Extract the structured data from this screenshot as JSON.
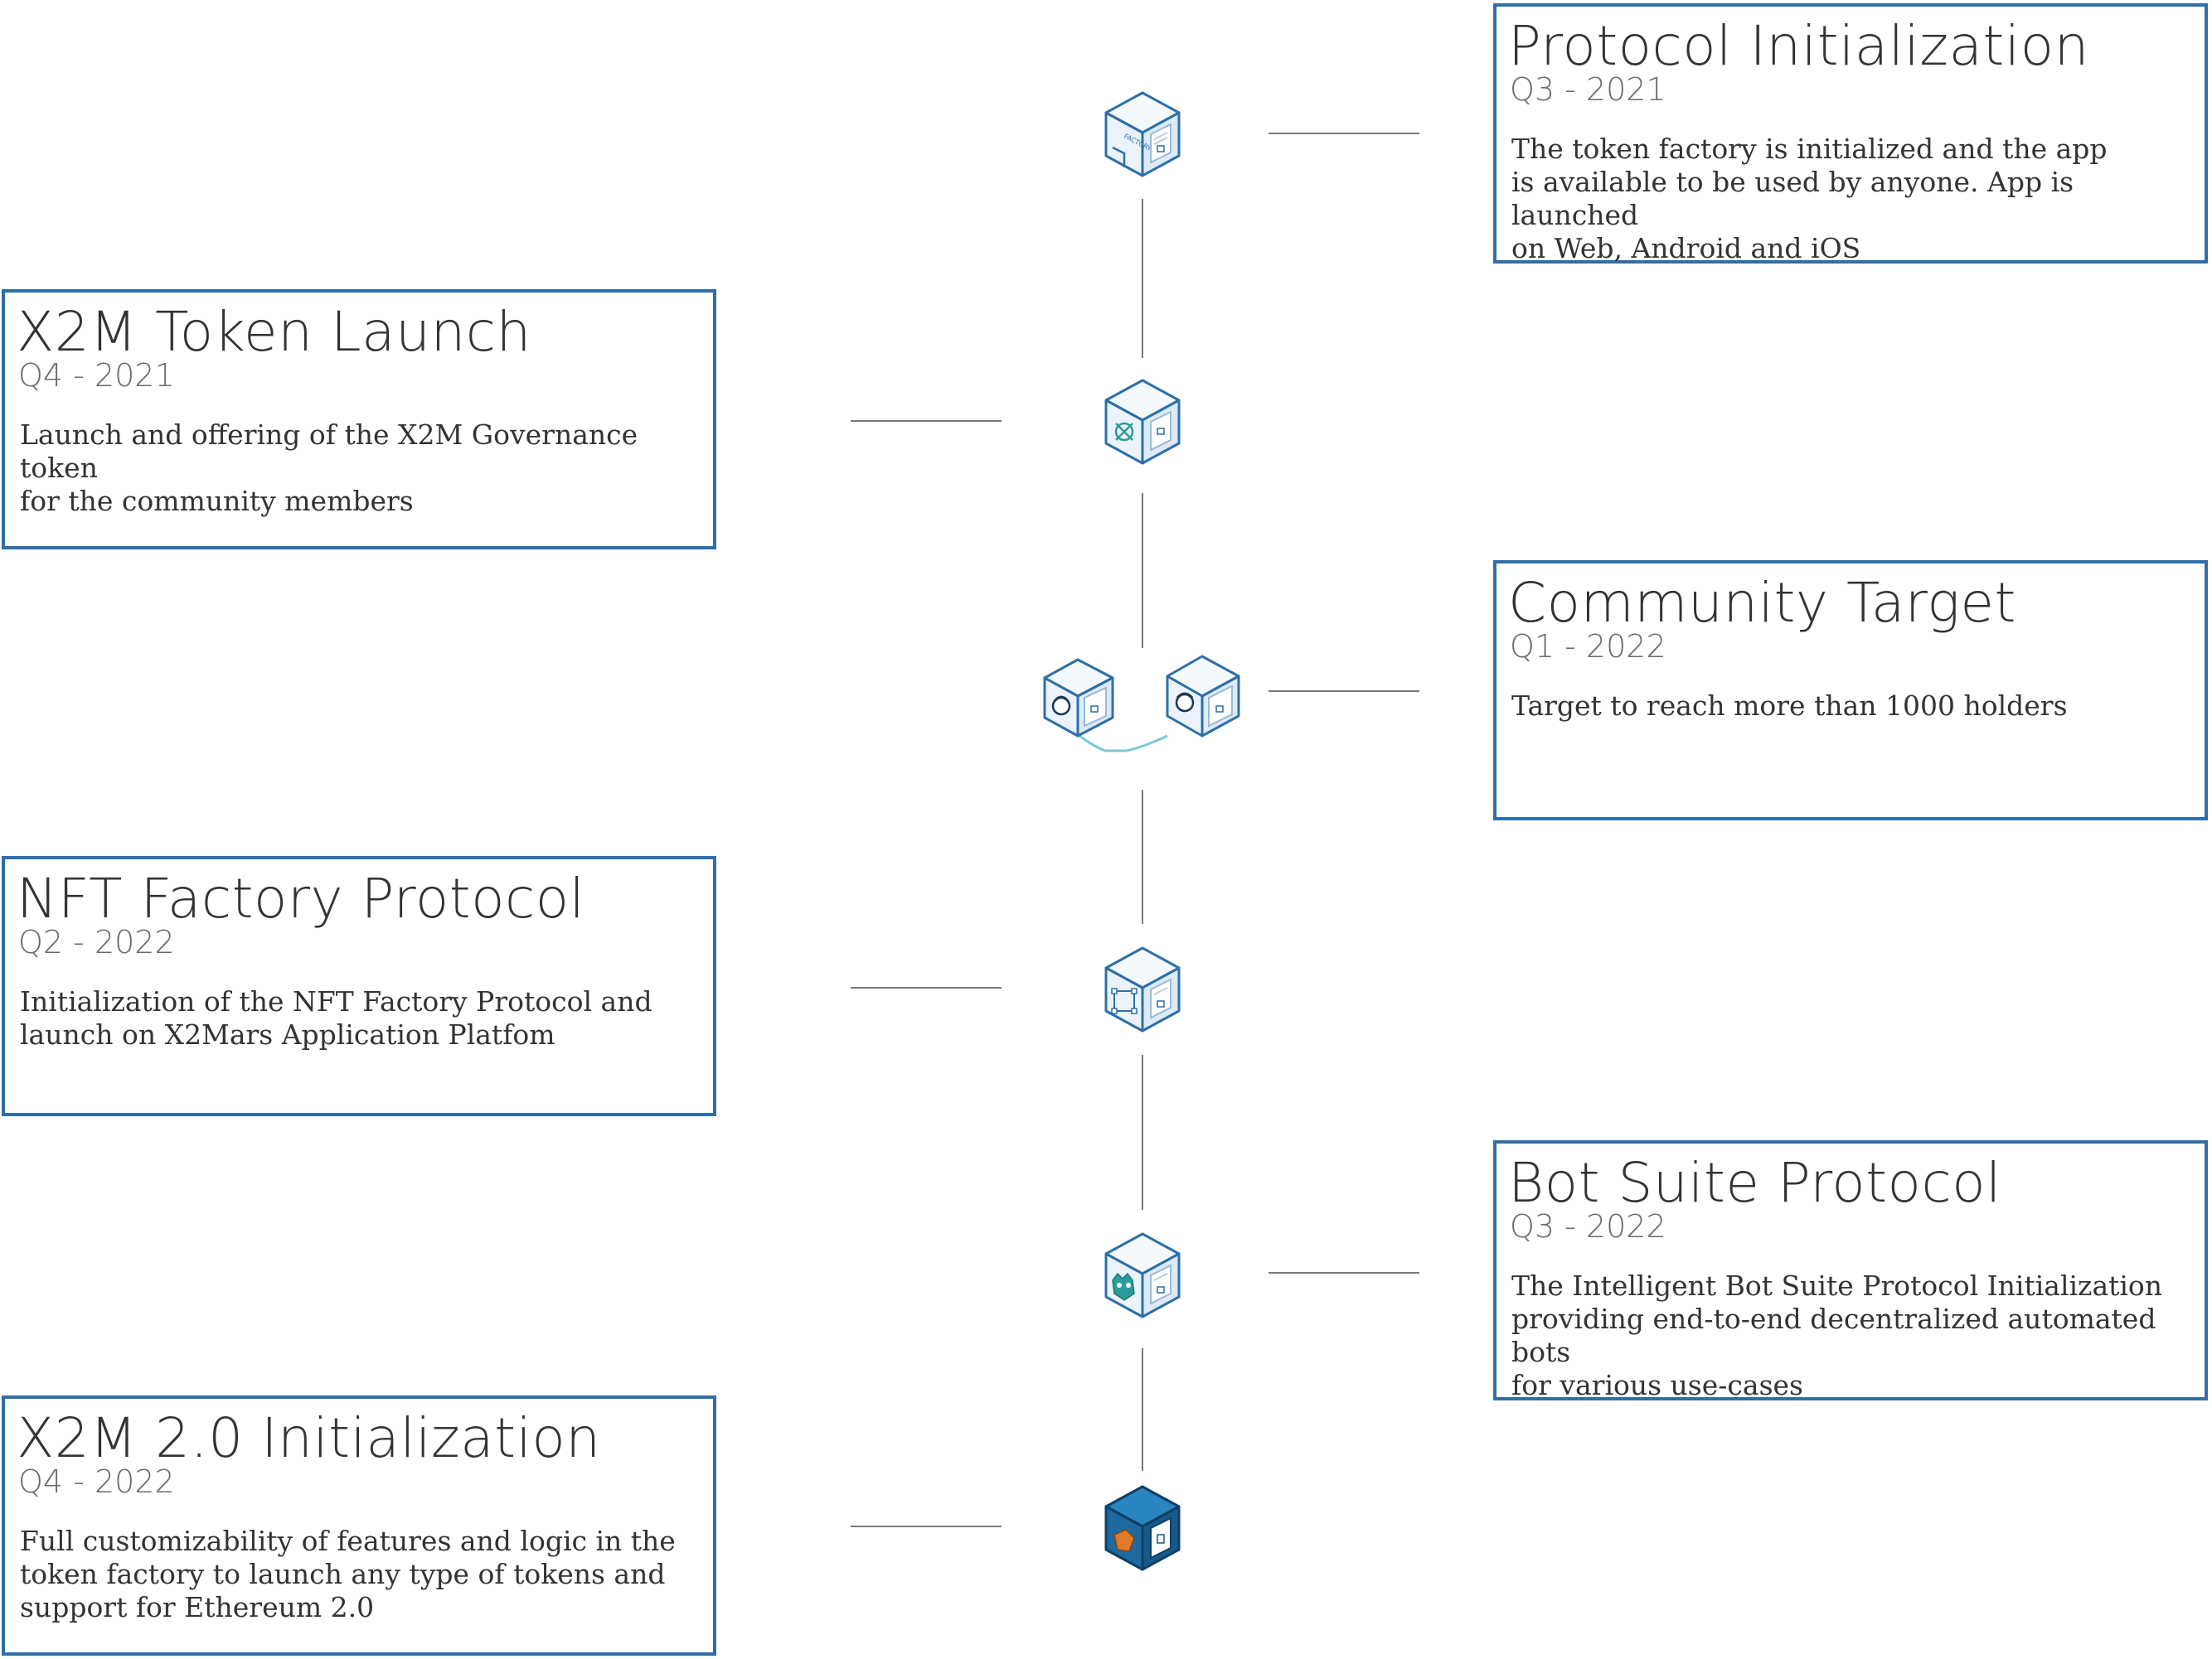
{
  "milestones": [
    {
      "title": "Protocol Initialization",
      "date": "Q3 - 2021",
      "desc_lines": [
        "The token factory is initialized and the app",
        "is available to be used by anyone. App is launched",
        "on Web, Android and iOS"
      ],
      "icon": "factory-cube-icon"
    },
    {
      "title": "X2M Token Launch",
      "date": "Q4 - 2021",
      "desc_lines": [
        "Launch and offering of the X2M Governance token",
        "for the community members"
      ],
      "icon": "token-cube-icon"
    },
    {
      "title": "Community Target",
      "date": "Q1 - 2022",
      "desc_lines": [
        "Target to reach more than 1000 holders"
      ],
      "icon": "community-cubes-icon"
    },
    {
      "title": "NFT Factory Protocol",
      "date": "Q2 - 2022",
      "desc_lines": [
        "Initialization of the NFT Factory Protocol and",
        "launch on X2Mars Application Platfom"
      ],
      "icon": "nft-cube-icon"
    },
    {
      "title": "Bot Suite Protocol",
      "date": "Q3 - 2022",
      "desc_lines": [
        "The Intelligent Bot Suite Protocol Initialization",
        "providing end-to-end decentralized automated bots",
        "for various use-cases"
      ],
      "icon": "bot-cube-icon"
    },
    {
      "title": "X2M 2.0 Initialization",
      "date": "Q4 - 2022",
      "desc_lines": [
        "Full customizability of features and logic in the",
        "token factory to launch any type of tokens and",
        "support for Ethereum 2.0"
      ],
      "icon": "ethereum-cube-icon"
    }
  ],
  "icon_labels": {
    "factory": "FACTORY"
  },
  "colors": {
    "card_border": "#2e6fa8",
    "connector": "#7a7a7a",
    "cube_stroke": "#2e6fa8",
    "cube_face": "#eaf3fb",
    "accent_teal": "#2a9d9a",
    "final_cube": "#1e6aa0",
    "final_accent": "#e07a2a"
  }
}
